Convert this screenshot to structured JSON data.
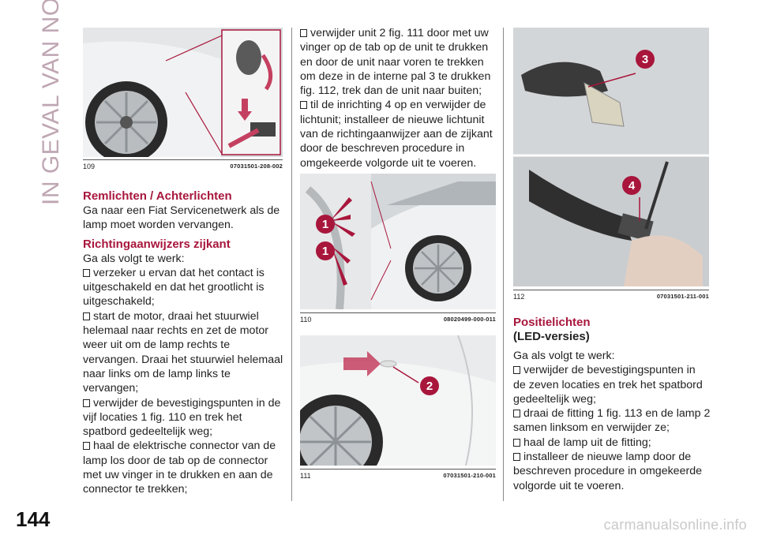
{
  "side_title": "IN GEVAL VAN NOOD",
  "page_number": "144",
  "watermark": "carmanualsonline.info",
  "figures": {
    "f109": {
      "num": "109",
      "code": "07031501-208-002"
    },
    "f110": {
      "num": "110",
      "code": "08020499-000-011",
      "callouts": [
        "1",
        "1"
      ]
    },
    "f111": {
      "num": "111",
      "code": "07031501-210-001",
      "callouts": [
        "2"
      ]
    },
    "f112": {
      "num": "112",
      "code": "07031501-211-001",
      "callouts": [
        "3",
        "4"
      ]
    }
  },
  "col1": {
    "h_rem": "Remlichten / Achterlichten",
    "p_rem": "Ga naar een Fiat Servicenetwerk als de lamp moet worden vervangen.",
    "h_richt": "Richtingaanwijzers zijkant",
    "intro": "Ga als volgt te werk:",
    "bullets": [
      "verzeker u ervan dat het contact is uitgeschakeld en dat het grootlicht is uitgeschakeld;",
      "start de motor, draai het stuurwiel helemaal naar rechts en zet de motor weer uit om de lamp rechts te vervangen. Draai het stuurwiel helemaal naar links om de lamp links te vervangen;",
      "verwijder de bevestigingspunten in de vijf locaties 1 fig. 110 en trek het spatbord gedeeltelijk weg;",
      "haal de elektrische connector van de lamp los door de tab op de connector met uw vinger in te drukken en aan de connector te trekken;"
    ]
  },
  "col2": {
    "bullets": [
      "verwijder unit 2 fig. 111 door met uw vinger op de tab op de unit te drukken en door de unit naar voren te trekken om deze in de interne pal 3 te drukken fig. 112, trek dan de unit naar buiten;",
      "til de inrichting 4 op en verwijder de lichtunit; installeer de nieuwe lichtunit van de richtingaanwijzer aan de zijkant door de beschreven procedure in omgekeerde volgorde uit te voeren."
    ]
  },
  "col3": {
    "h1": "Positielichten",
    "h2": "(LED-versies)",
    "intro": "Ga als volgt te werk:",
    "bullets": [
      "verwijder de bevestigingspunten in de zeven locaties en trek het spatbord gedeeltelijk weg;",
      "draai de fitting 1 fig. 113 en de lamp 2 samen linksom en verwijder ze;",
      "haal de lamp uit de fitting;",
      "installeer de nieuwe lamp door de beschreven procedure in omgekeerde volgorde uit te voeren."
    ]
  },
  "colors": {
    "accent": "#a8163c",
    "side_title": "#bfa6b3"
  }
}
